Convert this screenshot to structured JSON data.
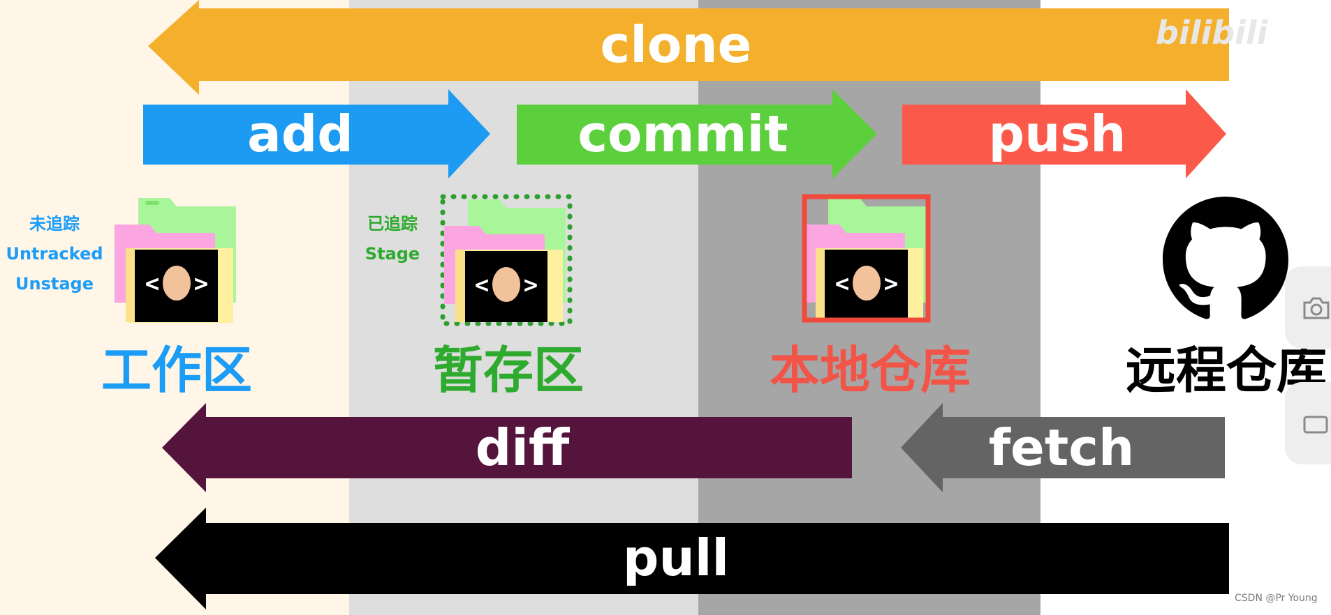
{
  "zones": {
    "work": {
      "title": "工作区",
      "labels": [
        "未追踪",
        "Untracked",
        "Unstage"
      ],
      "color": "#1b9cf7"
    },
    "stage": {
      "title": "暂存区",
      "labels": [
        "已追踪",
        "Stage"
      ],
      "color": "#2eaa2e"
    },
    "local": {
      "title": "本地仓库",
      "color": "#f25548"
    },
    "remote": {
      "title": "远程仓库",
      "color": "#000000"
    }
  },
  "arrows": {
    "clone": {
      "label": "clone",
      "color": "#f4b02c",
      "direction": "left"
    },
    "add": {
      "label": "add",
      "color": "#1d9bf3",
      "direction": "right"
    },
    "commit": {
      "label": "commit",
      "color": "#5ccf3c",
      "direction": "right"
    },
    "push": {
      "label": "push",
      "color": "#fb5a4b",
      "direction": "right"
    },
    "diff": {
      "label": "diff",
      "color": "#55143c",
      "direction": "left"
    },
    "fetch": {
      "label": "fetch",
      "color": "#646464",
      "direction": "left"
    },
    "pull": {
      "label": "pull",
      "color": "#000000",
      "direction": "left"
    }
  },
  "icons": {
    "folder": "code-folder-icon",
    "github": "github-icon",
    "camera": "camera-icon"
  },
  "watermark": {
    "logo": "bilibili",
    "credit": "CSDN @Pr Young"
  }
}
